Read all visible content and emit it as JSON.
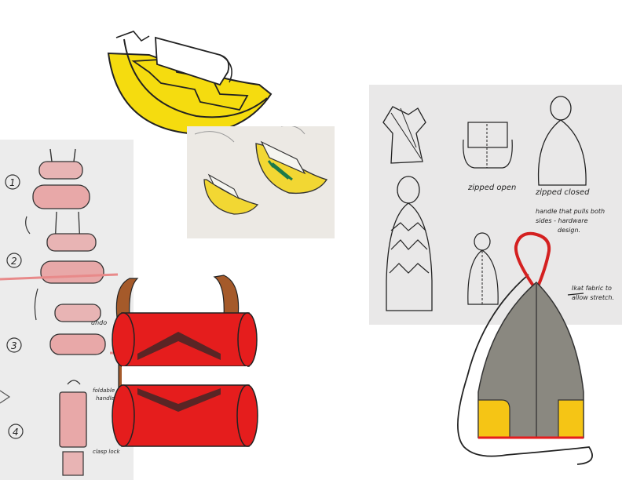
{
  "sketch_labels": {
    "step_1": "1",
    "step_2": "2",
    "step_3": "3",
    "step_4": "4",
    "undo": "undo",
    "foldable_handle_1": "foldable",
    "foldable_handle_2": "handle",
    "clasp": "clasp lock",
    "zipped_open": "zipped open",
    "zipped_closed": "zipped closed",
    "handle_note_1": "handle that pulls both",
    "handle_note_2": "sides - hardware",
    "handle_note_3": "design.",
    "ikat_note_1": "Ikat fabric to",
    "ikat_note_2": "allow stretch."
  },
  "colors": {
    "yellow": "#f5dc0f",
    "red": "#e51d1d",
    "maroon": "#5a2525",
    "strap_brown": "#a55a2a",
    "gray": "#8a8880",
    "paper": "#ececec",
    "pencil": "#2a2a2a"
  }
}
